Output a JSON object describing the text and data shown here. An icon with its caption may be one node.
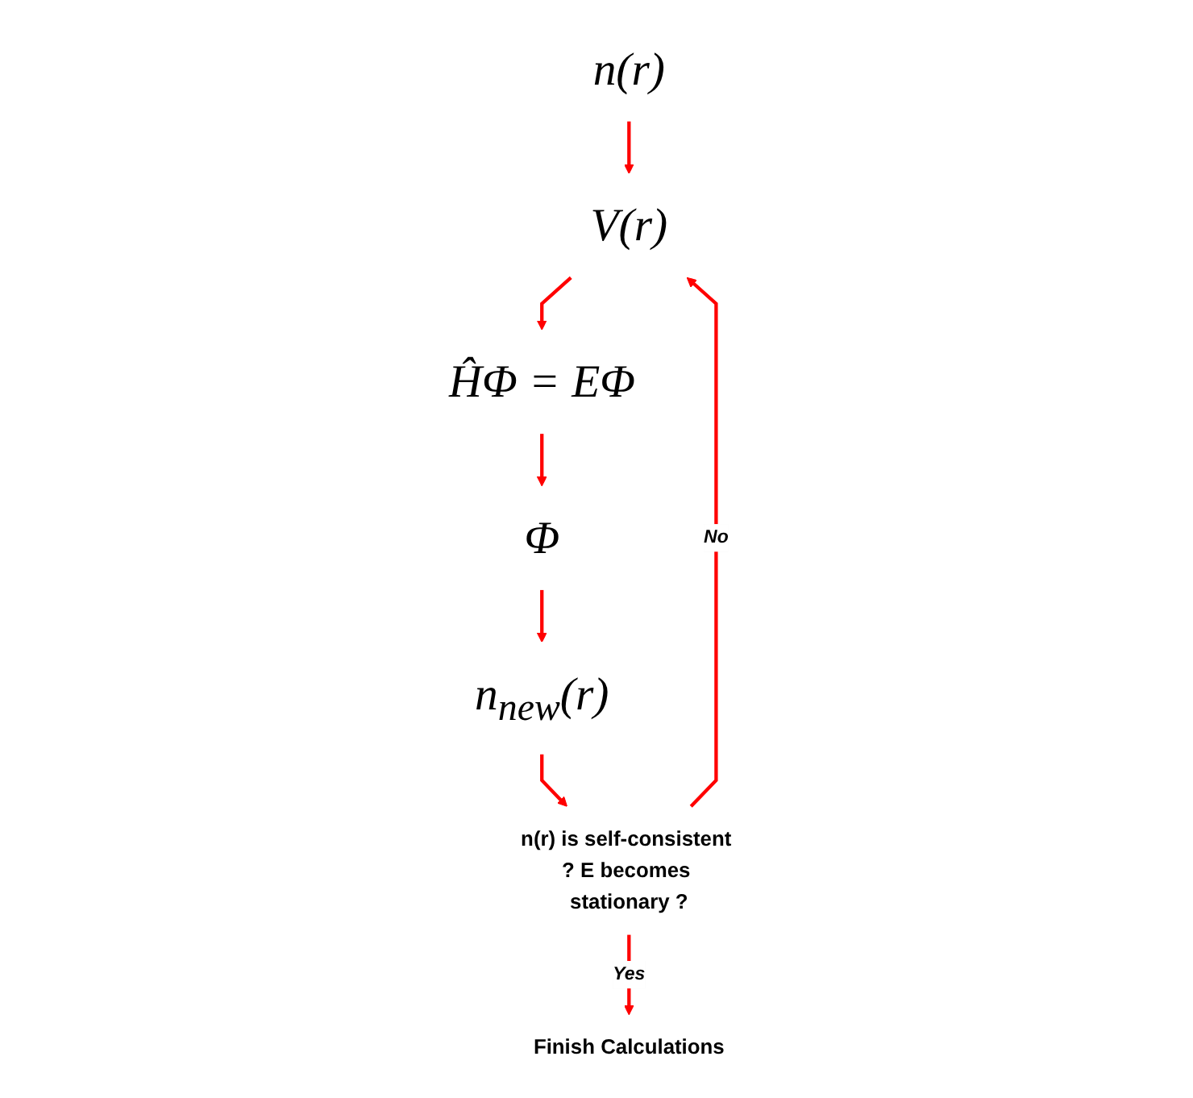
{
  "diagram": {
    "nodes": [
      {
        "text": [
          "n(r)"
        ]
      },
      {
        "text": [
          "V(r)"
        ]
      },
      {
        "text": [
          "ĤΦ = EΦ"
        ]
      },
      {
        "text": [
          "Φ"
        ]
      },
      {
        "text": [
          "n$_{new}$(r)"
        ]
      },
      {
        "text": [
          "n(r) is self-consistent ? E becomes stationary ?"
        ]
      },
      {
        "text": [
          "Finish Calculations"
        ]
      }
    ],
    "edges": [
      {
        "from": 0,
        "to": 1,
        "arrow": "to"
      },
      {
        "from": 1,
        "to": 2,
        "arrow": "to"
      },
      {
        "from": 2,
        "to": 3,
        "arrow": "to"
      },
      {
        "from": 3,
        "to": 4,
        "arrow": "to"
      },
      {
        "from": 4,
        "to": 5,
        "arrow": "to"
      },
      {
        "from": 5,
        "to": 1,
        "arrow": "to",
        "label": "No"
      },
      {
        "from": 5,
        "to": 6,
        "arrow": "to",
        "label": "Yes"
      }
    ]
  }
}
